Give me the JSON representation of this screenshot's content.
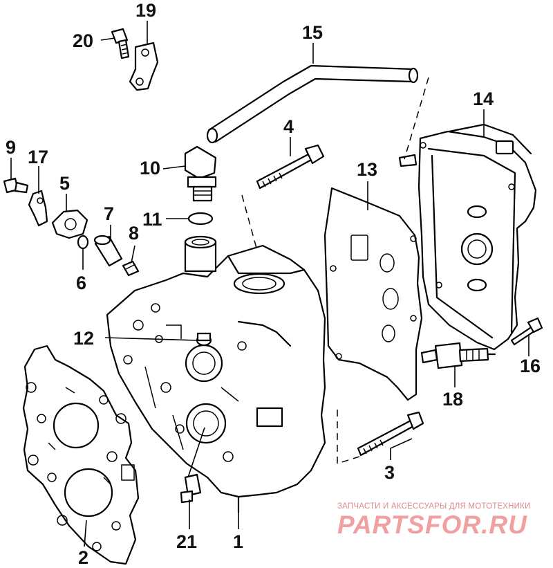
{
  "callouts": {
    "p1": "1",
    "p2": "2",
    "p3": "3",
    "p4": "4",
    "p5": "5",
    "p6": "6",
    "p7": "7",
    "p8": "8",
    "p9": "9",
    "p10": "10",
    "p11": "11",
    "p12": "12",
    "p13": "13",
    "p14": "14",
    "p15": "15",
    "p16": "16",
    "p17": "17",
    "p18": "18",
    "p19": "19",
    "p20": "20",
    "p21": "21"
  },
  "watermark": {
    "tagline": "ЗАПЧАСТИ И АКСЕССУАРЫ ДЛЯ МОТОТЕХНИКИ",
    "logo": "PARTSFOR.RU"
  },
  "colors": {
    "line": "#000000",
    "background": "#ffffff",
    "watermark": "#f0a0a0"
  }
}
